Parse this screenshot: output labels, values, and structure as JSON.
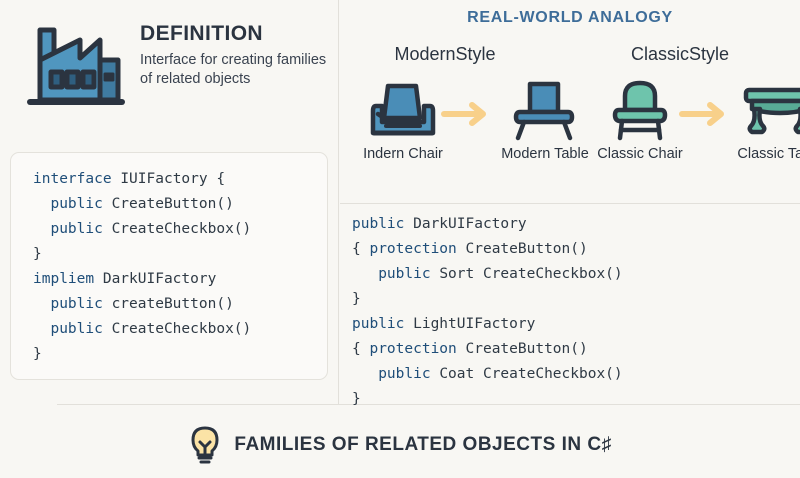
{
  "definition": {
    "icon": "factory-icon",
    "title": "DEFINITION",
    "body": "Interface for creating families of related objects"
  },
  "left_code": {
    "lines": [
      [
        {
          "t": "interface ",
          "c": "kw"
        },
        {
          "t": "IUIFactory {",
          "c": "id"
        }
      ],
      [
        {
          "t": "  public ",
          "c": "kw"
        },
        {
          "t": "CreateButton()",
          "c": "id"
        }
      ],
      [
        {
          "t": "  public ",
          "c": "kw"
        },
        {
          "t": "CreateCheckbox()",
          "c": "id"
        }
      ],
      [
        {
          "t": "}",
          "c": "id"
        }
      ],
      [
        {
          "t": "impliem ",
          "c": "kw"
        },
        {
          "t": "DarkUIFactory",
          "c": "id"
        }
      ],
      [
        {
          "t": "  public ",
          "c": "kw"
        },
        {
          "t": "createButton()",
          "c": "id"
        }
      ],
      [
        {
          "t": "  public ",
          "c": "kw"
        },
        {
          "t": "CreateCheckbox()",
          "c": "id"
        }
      ],
      [
        {
          "t": "}",
          "c": "id"
        }
      ]
    ]
  },
  "analogy": {
    "title": "REAL-WORLD ANALOGY",
    "groups": [
      {
        "style_label": "ModernStyle"
      },
      {
        "style_label": "ClassicStyle"
      }
    ],
    "items": [
      {
        "icon": "armchair-icon",
        "label": "Indern Chair",
        "color": "#5096bf"
      },
      {
        "icon": "chair-icon",
        "label": "Modern Table",
        "color": "#4a8db7"
      },
      {
        "icon": "classic-chair-icon",
        "label": "Classic Chair",
        "color": "#6ec4ac"
      },
      {
        "icon": "classic-table-icon",
        "label": "Classic Table",
        "color": "#6ec4ac"
      }
    ],
    "arrow_color": "#f8d08a"
  },
  "right_code": {
    "lines": [
      [
        {
          "t": "public ",
          "c": "kw"
        },
        {
          "t": "DarkUIFactory",
          "c": "id"
        }
      ],
      [
        {
          "t": "{ ",
          "c": "id"
        },
        {
          "t": "protection ",
          "c": "kw"
        },
        {
          "t": "CreateButton()",
          "c": "id"
        }
      ],
      [
        {
          "t": "   public ",
          "c": "kw"
        },
        {
          "t": "Sort CreateCheckbox()",
          "c": "id"
        }
      ],
      [
        {
          "t": "}",
          "c": "id"
        }
      ],
      [
        {
          "t": "public ",
          "c": "kw"
        },
        {
          "t": "LightUIFactory",
          "c": "id"
        }
      ],
      [
        {
          "t": "{ ",
          "c": "id"
        },
        {
          "t": "protection ",
          "c": "kw"
        },
        {
          "t": "CreateButton()",
          "c": "id"
        }
      ],
      [
        {
          "t": "   public ",
          "c": "kw"
        },
        {
          "t": "Coat CreateCheckbox()",
          "c": "id"
        }
      ],
      [
        {
          "t": "}",
          "c": "id"
        }
      ]
    ]
  },
  "banner": {
    "icon": "lightbulb-icon",
    "text": "FAMILIES OF RELATED OBJECTS IN C♯",
    "bulb_color": "#fbe3a6"
  },
  "colors": {
    "background": "#f8f7f3",
    "ink": "#2b3440",
    "accent_blue": "#3e6d99",
    "keyword": "#1f4e79",
    "divider": "#e2e0da"
  }
}
